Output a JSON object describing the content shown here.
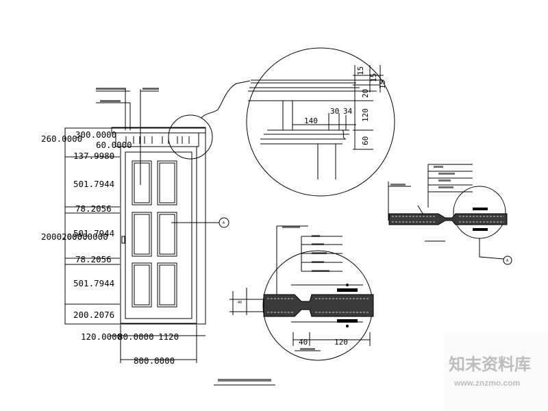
{
  "door_elevation": {
    "top_widths": [
      "260.0000",
      "300.0000",
      "60.0000"
    ],
    "height_segments": [
      "137.9980",
      "501.7944",
      "78.2056",
      "501.7944",
      "78.2056",
      "501.7944",
      "200.2076"
    ],
    "total_height": "2000.0000",
    "bottom_widths": [
      "120.0000",
      "80.0000",
      "1120"
    ],
    "total_width": "800.0000",
    "callout_label": "A"
  },
  "cornice_detail": {
    "labels": [
      "15",
      "15",
      "15",
      "20",
      "30",
      "34",
      "140",
      "120",
      "60"
    ]
  },
  "panel_section_detail": {
    "labels": [
      "40",
      "120",
      "40"
    ]
  },
  "small_section_detail": {
    "callout_label": "A"
  },
  "watermark": {
    "logo_text": "知末资料库",
    "url": "www.znzmo.com"
  }
}
